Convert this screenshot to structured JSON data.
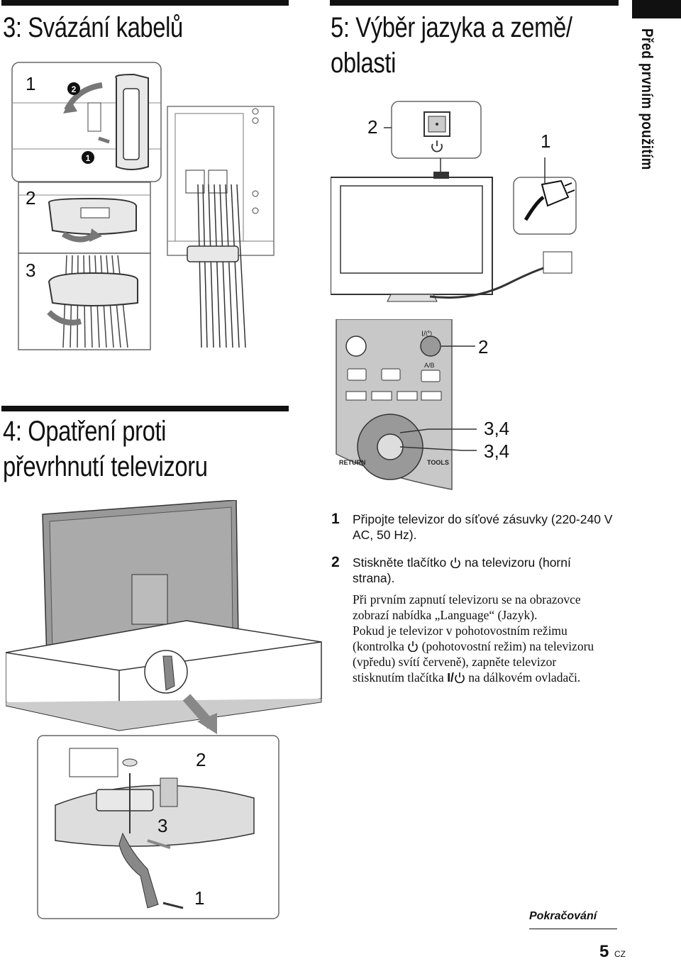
{
  "side_tab": {
    "label": "Před prvním použitím"
  },
  "sections": {
    "s3": {
      "title": "3: Svázání kabelů",
      "labels": [
        "1",
        "2",
        "3"
      ],
      "substeps": [
        "2",
        "1"
      ]
    },
    "s5": {
      "title_line1": "5: Výběr jazyka a země/",
      "title_line2": "oblasti",
      "labels": [
        "2",
        "1"
      ]
    },
    "s4": {
      "title_line1": "4: Opatření proti",
      "title_line2": "převrhnutí televizoru",
      "labels": [
        "2",
        "3",
        "1"
      ]
    }
  },
  "remote": {
    "label_power": "2",
    "label_nav1": "3,4",
    "label_nav2": "3,4",
    "button_ab": "A/B",
    "button_return": "RETURN",
    "button_tools": "TOOLS",
    "button_power": "I/⏻"
  },
  "steps": [
    {
      "number": "1",
      "text": "Připojte televizor do síťové zásuvky (220-240 V AC, 50 Hz)."
    },
    {
      "number": "2",
      "text_before": "Stiskněte tlačítko",
      "icon": "power-icon",
      "text_after": "na televizoru (horní strana)."
    }
  ],
  "note": {
    "p1_line1": "Při prvním zapnutí televizoru se na obrazovce",
    "p1_line2": "zobrazí nabídka „Language“ (Jazyk).",
    "p2_line1": "Pokud je televizor v pohotovostním režimu",
    "p2_line2_before": "(kontrolka",
    "p2_line2_after": "(pohotovostní režim) na televizoru",
    "p2_line3": "(vpředu) svítí červeně), zapněte televizor",
    "p2_line4_before": "stisknutím tlačítka",
    "p2_line4_button": "I/",
    "p2_line4_after": "na dálkovém ovladači."
  },
  "footer": {
    "continued": "Pokračování",
    "page": "5",
    "lang": "CZ"
  }
}
